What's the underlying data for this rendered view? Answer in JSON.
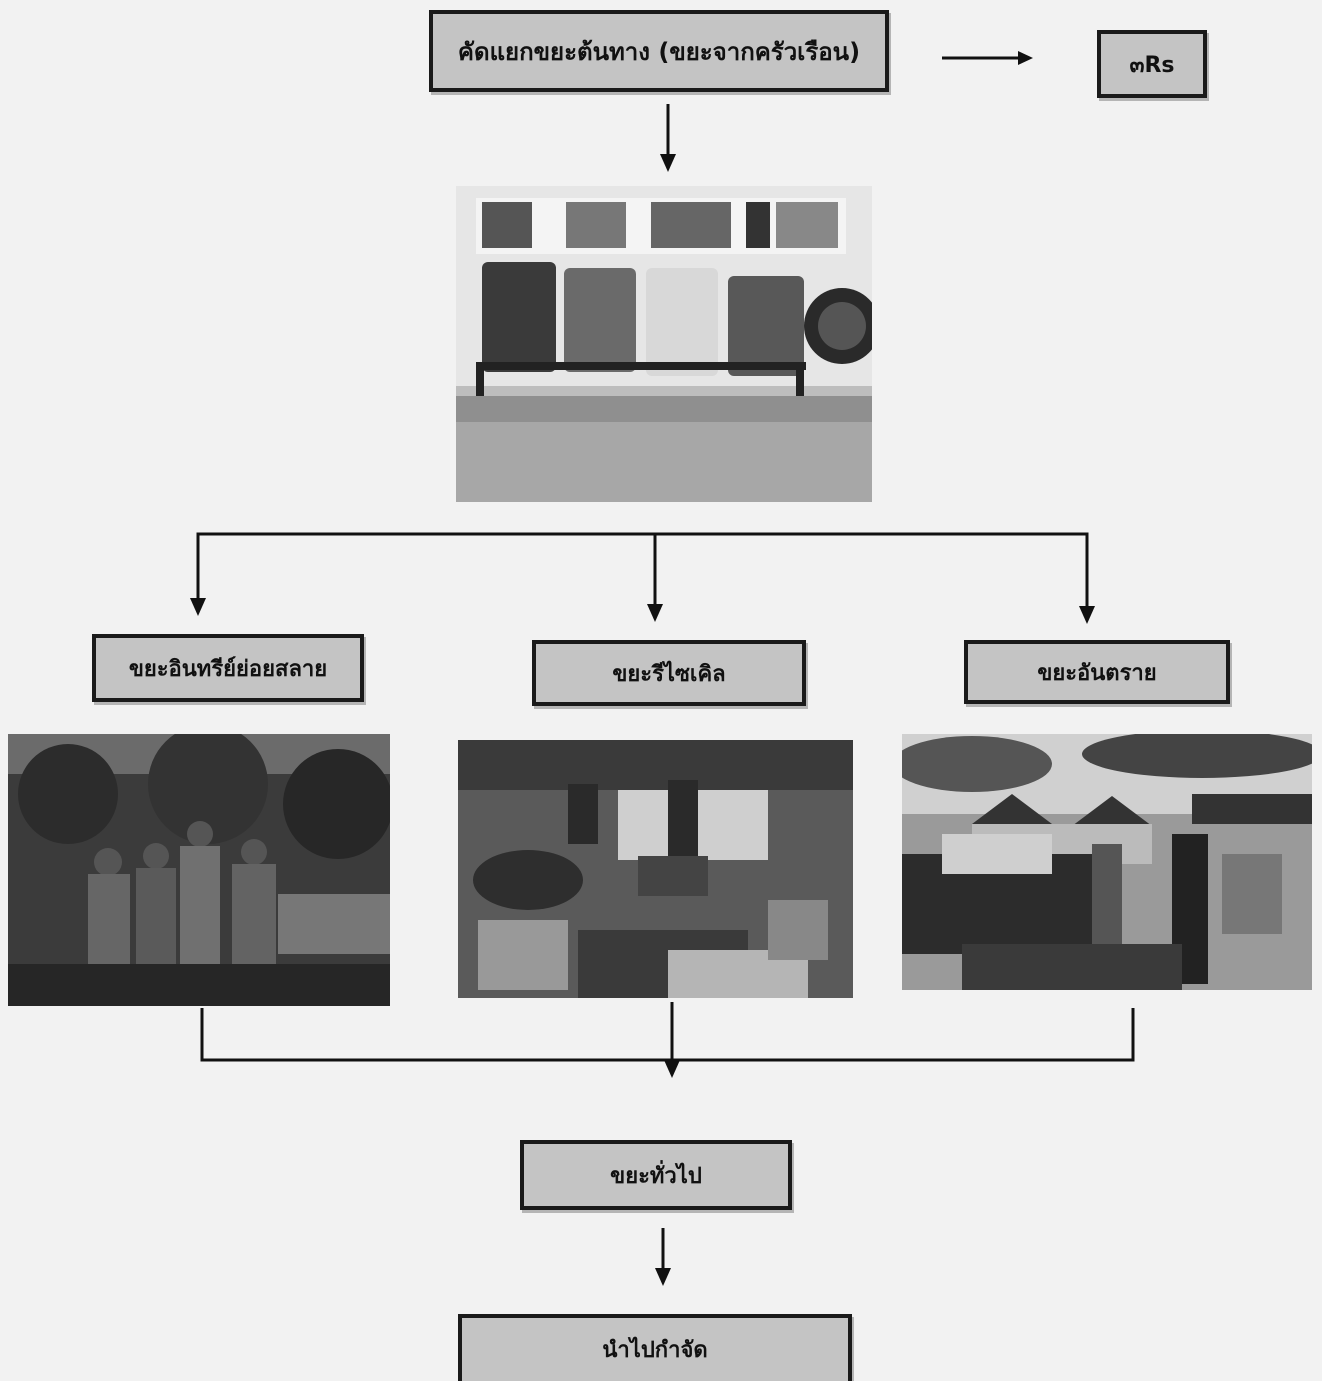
{
  "nodes": {
    "source_separation": "คัดแยกขยะต้นทาง (ขยะจากครัวเรือน)",
    "three_rs": "๓Rs",
    "organic": "ขยะอินทรีย์ย่อยสลาย",
    "recycle": "ขยะรีไซเคิล",
    "hazardous": "ขยะอันตราย",
    "general": "ขยะทั่วไป",
    "disposal": "นำไปกำจัด"
  },
  "photos": {
    "bins": "bins-photo",
    "organic": "organic-waste-photo",
    "recycle": "recycle-waste-photo",
    "hazardous": "hazardous-waste-photo"
  },
  "colors": {
    "box_fill": "#c4c4c4",
    "border": "#1a1a1a",
    "background": "#f2f2f2"
  }
}
